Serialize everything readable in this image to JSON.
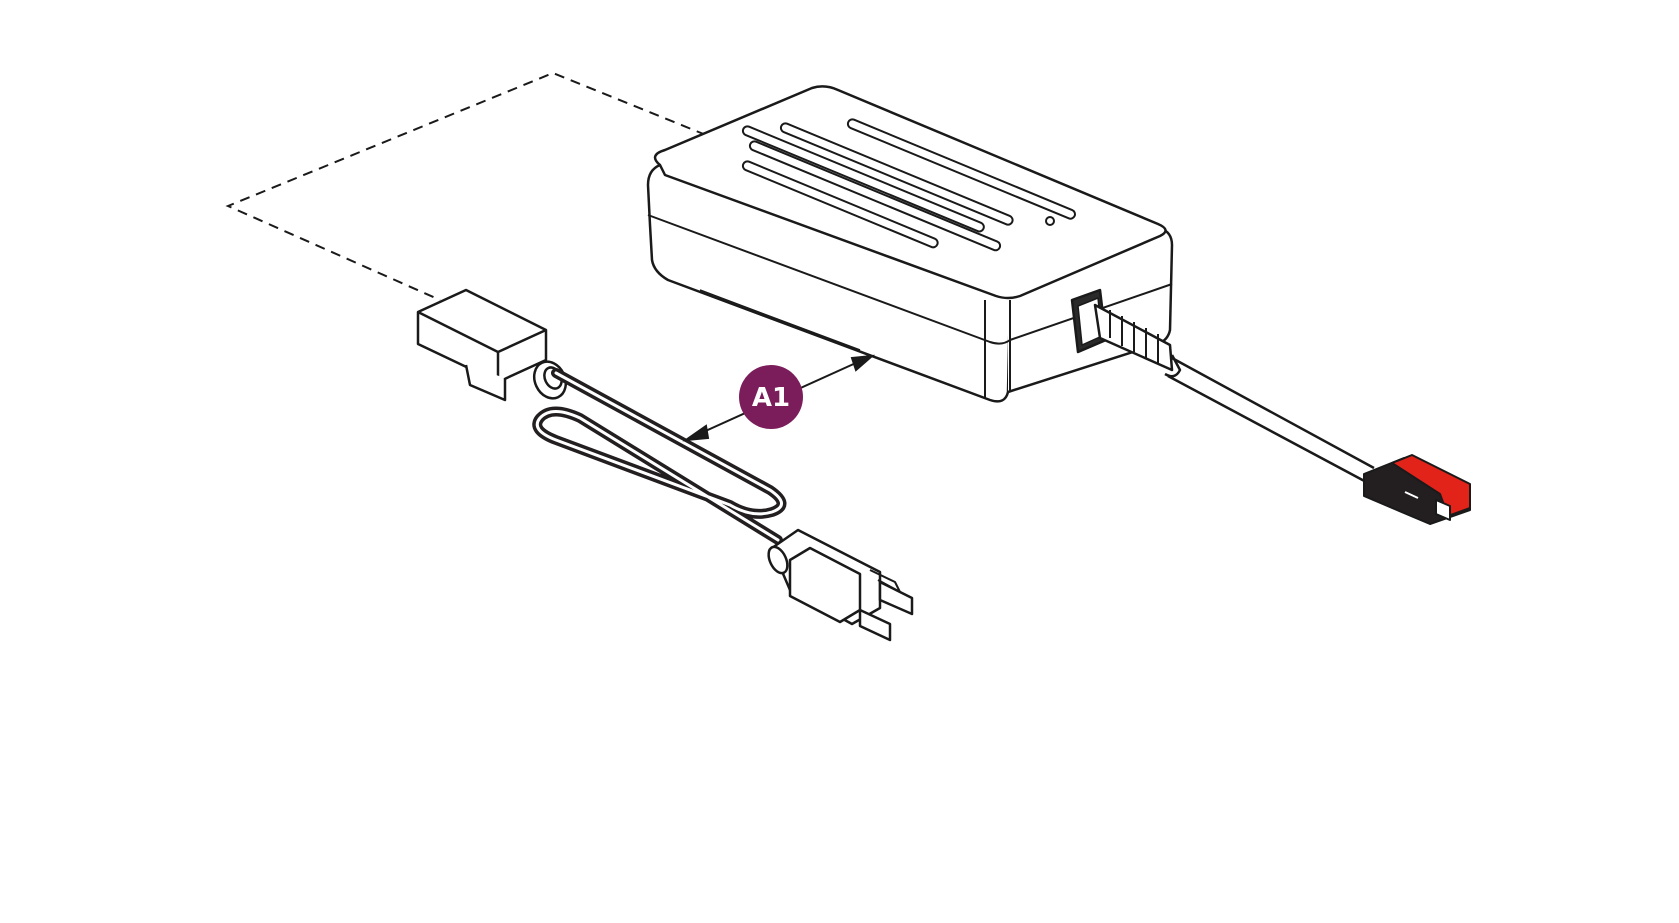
{
  "diagram": {
    "callout": {
      "label": "A1",
      "color": "#7a1d5a",
      "text_color": "#ffffff"
    },
    "colors": {
      "stroke": "#1a1a1a",
      "cord": "#231f20",
      "connector_red": "#e2231a",
      "connector_black": "#231f20",
      "background": "#ffffff"
    },
    "parts": [
      "charger-body",
      "ac-power-cord",
      "dc-output-cable",
      "output-connector"
    ]
  }
}
